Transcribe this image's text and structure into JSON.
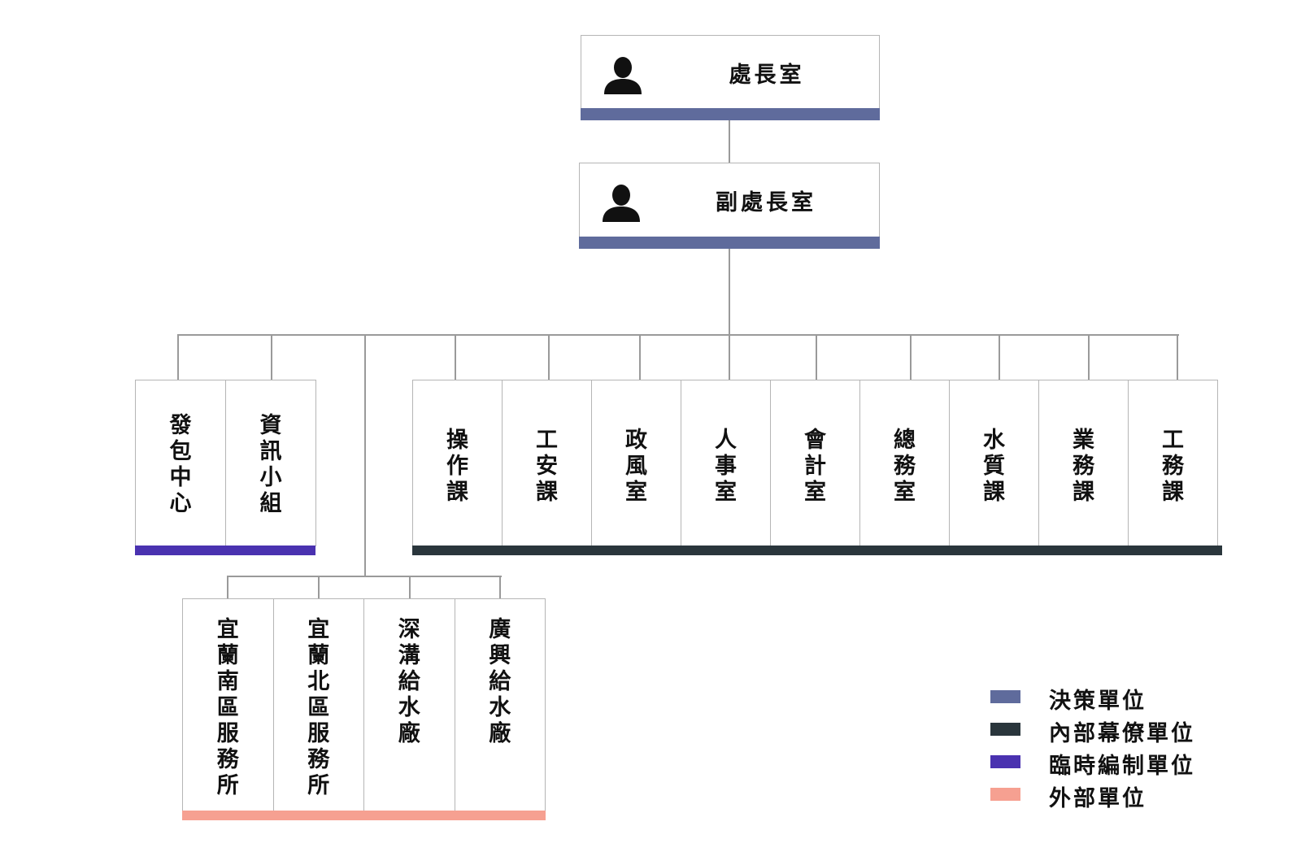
{
  "colors": {
    "decision": "#5f6b9c",
    "internal": "#2a363c",
    "temporary": "#4a32b0",
    "external": "#f6a091",
    "connector": "#9a9a9a"
  },
  "director": {
    "label": "處長室",
    "icon": "person-icon"
  },
  "deputy": {
    "label": "副處長室",
    "icon": "person-icon"
  },
  "temporary_units": [
    "發包中心",
    "資訊小組"
  ],
  "internal_units": [
    "操作課",
    "工安課",
    "政風室",
    "人事室",
    "會計室",
    "總務室",
    "水質課",
    "業務課",
    "工務課"
  ],
  "external_units": [
    "宜蘭南區服務所",
    "宜蘭北區服務所",
    "深溝給水廠",
    "廣興給水廠"
  ],
  "legend": [
    {
      "label": "決策單位",
      "color": "#5f6b9c"
    },
    {
      "label": "內部幕僚單位",
      "color": "#2a363c"
    },
    {
      "label": "臨時編制單位",
      "color": "#4a32b0"
    },
    {
      "label": "外部單位",
      "color": "#f6a091"
    }
  ]
}
